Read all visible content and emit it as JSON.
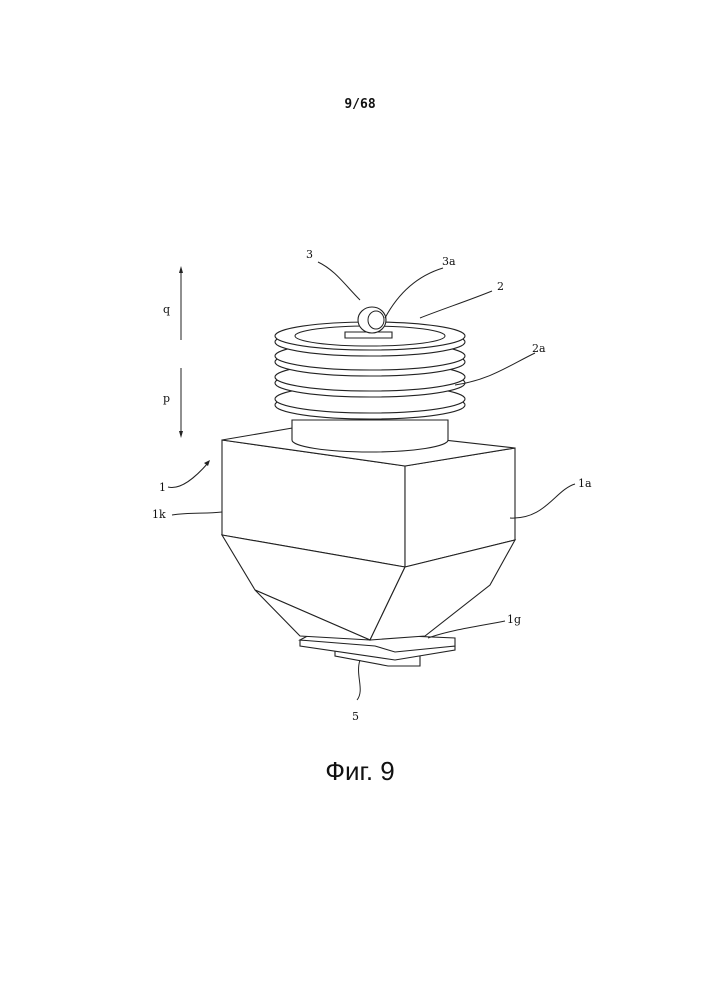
{
  "header": {
    "page_number": "9/68"
  },
  "figure": {
    "caption": "Фиг. 9",
    "labels": {
      "l3": "3",
      "l3a": "3a",
      "l2": "2",
      "l2a": "2a",
      "lq": "q",
      "lp": "p",
      "l1": "1",
      "l1k": "1k",
      "l1a": "1a",
      "l1g": "1g",
      "l5": "5"
    }
  }
}
